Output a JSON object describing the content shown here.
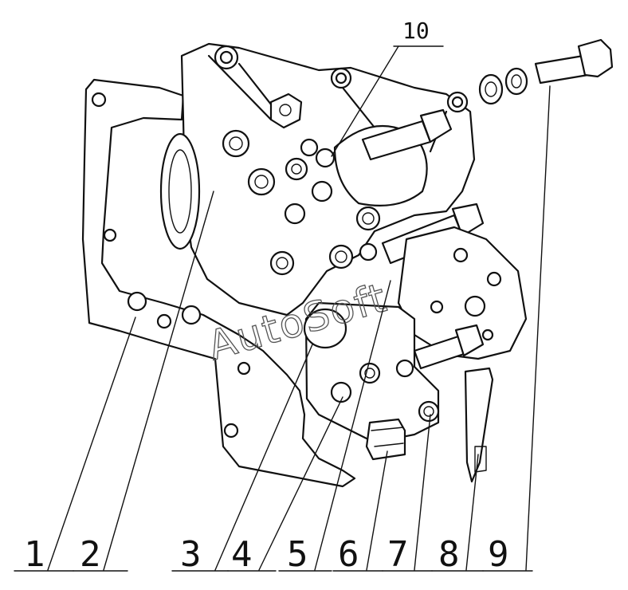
{
  "diagram": {
    "watermark": "AutoSoft",
    "callouts": [
      "1",
      "2",
      "3",
      "4",
      "5",
      "6",
      "7",
      "8",
      "9",
      "10"
    ]
  }
}
